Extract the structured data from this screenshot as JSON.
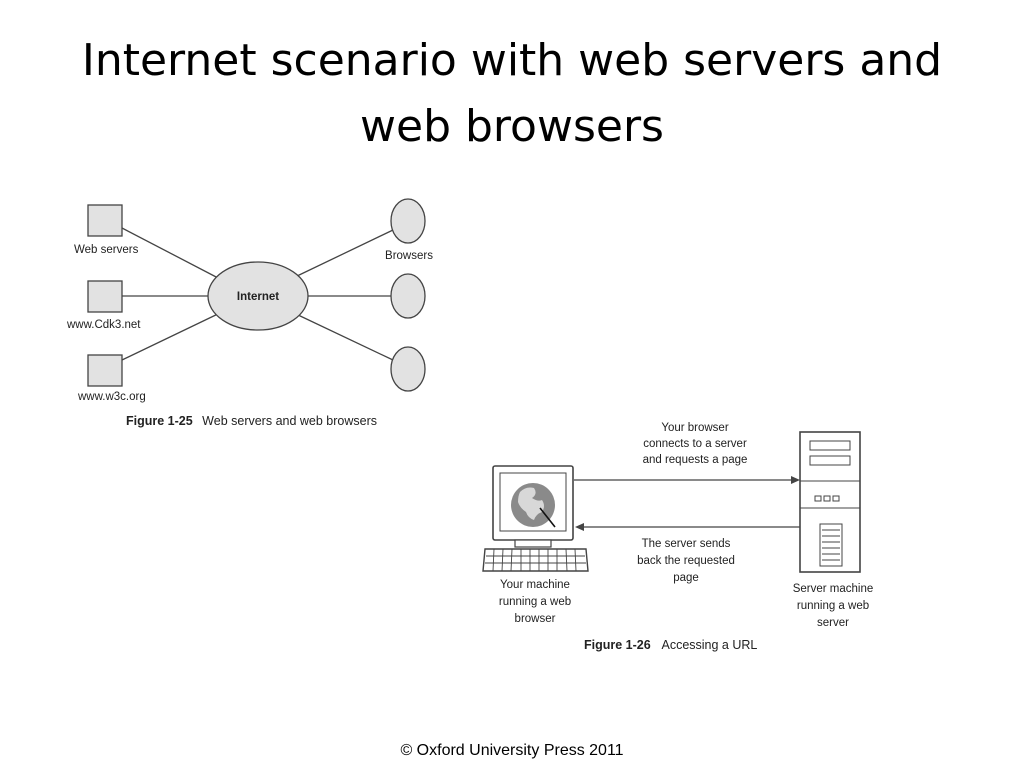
{
  "slide": {
    "title_line1": "Internet scenario with web servers and",
    "title_line2": "web browsers",
    "footer": "© Oxford University Press 2011"
  },
  "figure_1_25": {
    "servers_label": "Web servers",
    "server2_label": "www.Cdk3.net",
    "server3_label": "www.w3c.org",
    "internet_label": "Internet",
    "browsers_label": "Browsers",
    "caption_number": "Figure 1-25",
    "caption_text": "Web servers and web browsers"
  },
  "figure_1_26": {
    "request_line1": "Your browser",
    "request_line2": "connects to a server",
    "request_line3": "and requests a page",
    "response_line1": "The server sends",
    "response_line2": "back the requested",
    "response_line3": "page",
    "client_line1": "Your machine",
    "client_line2": "running a web",
    "client_line3": "browser",
    "server_line1": "Server machine",
    "server_line2": "running a web",
    "server_line3": "server",
    "caption_number": "Figure 1-26",
    "caption_text": "Accessing a URL",
    "icons": {
      "client": "desktop-computer-icon",
      "server": "server-tower-icon",
      "globe": "globe-icon"
    }
  },
  "colors": {
    "shape_fill": "#e2e2e2",
    "stroke": "#444444"
  }
}
